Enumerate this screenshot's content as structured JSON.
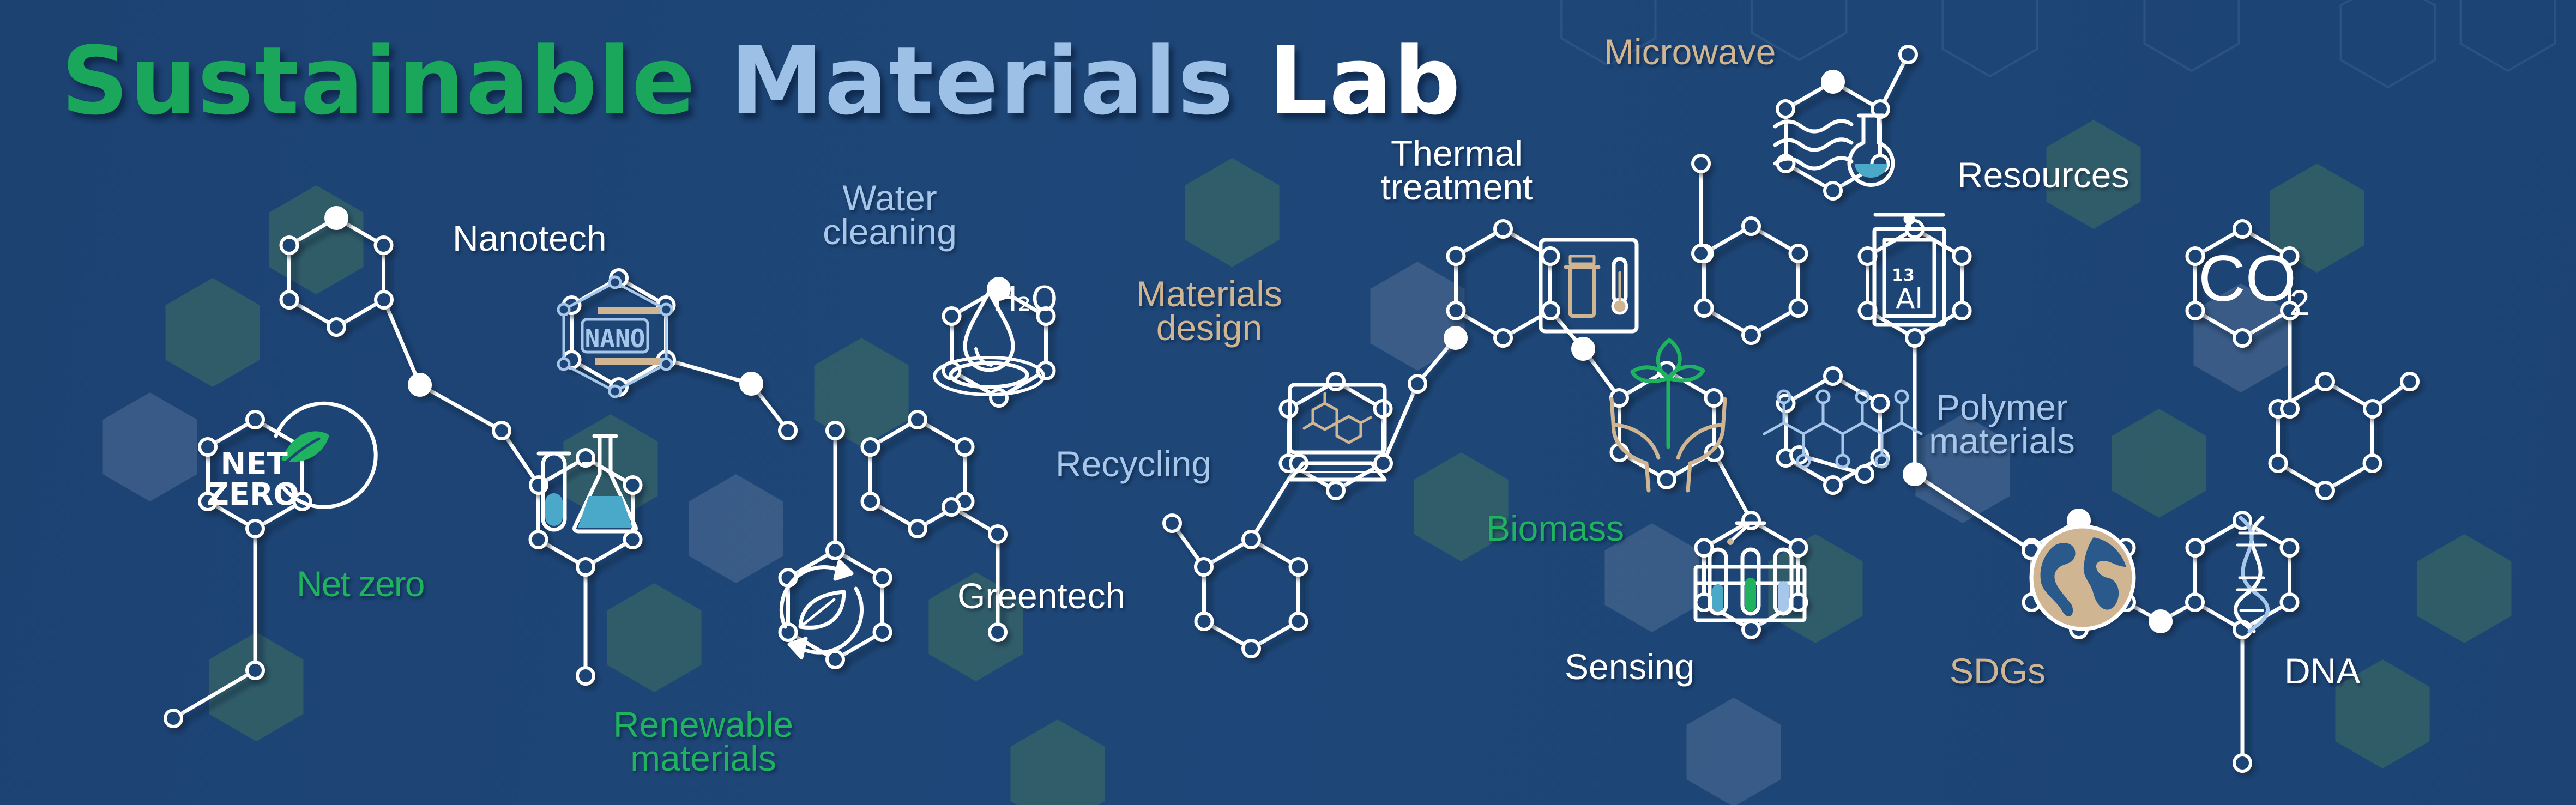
{
  "title": {
    "part1": "Sustainable",
    "part2": "Materials",
    "part3": "Lab"
  },
  "colors": {
    "background": "#1d4576",
    "green": "#1fb360",
    "light_blue": "#a6c6ea",
    "tan": "#cfb592",
    "white": "#ffffff",
    "hex_fill_green": "#3d6d60",
    "hex_fill_grey": "#4d6a92"
  },
  "labels": {
    "nanotech": "Nanotech",
    "water_cleaning": "Water cleaning",
    "net_zero": "Net zero",
    "renewable_materials": "Renewable materials",
    "greentech": "Greentech",
    "materials_design": "Materials design",
    "recycling": "Recycling",
    "thermal_treatment": "Thermal treatment",
    "microwave": "Microwave",
    "resources": "Resources",
    "biomass": "Biomass",
    "polymer_materials": "Polymer materials",
    "sensing": "Sensing",
    "sdgs": "SDGs",
    "dna": "DNA"
  },
  "icon_text": {
    "net_zero": {
      "line1": "NET",
      "line2": "ZERO"
    },
    "nano": "NANO",
    "water": "H₂O",
    "co2": "CO",
    "co2_sub": "2",
    "aluminium": {
      "number": "13",
      "symbol": "Al"
    }
  },
  "icons": [
    "net-zero-leaf",
    "nano-molecule",
    "lab-glassware",
    "water-drop",
    "recycle-leaf",
    "molecule-monitor",
    "thermal-oven",
    "microwave-flask",
    "aluminium-tile",
    "hands-sprout",
    "polymer-chain",
    "test-tubes",
    "earth-globe",
    "co2",
    "dna-helix"
  ]
}
